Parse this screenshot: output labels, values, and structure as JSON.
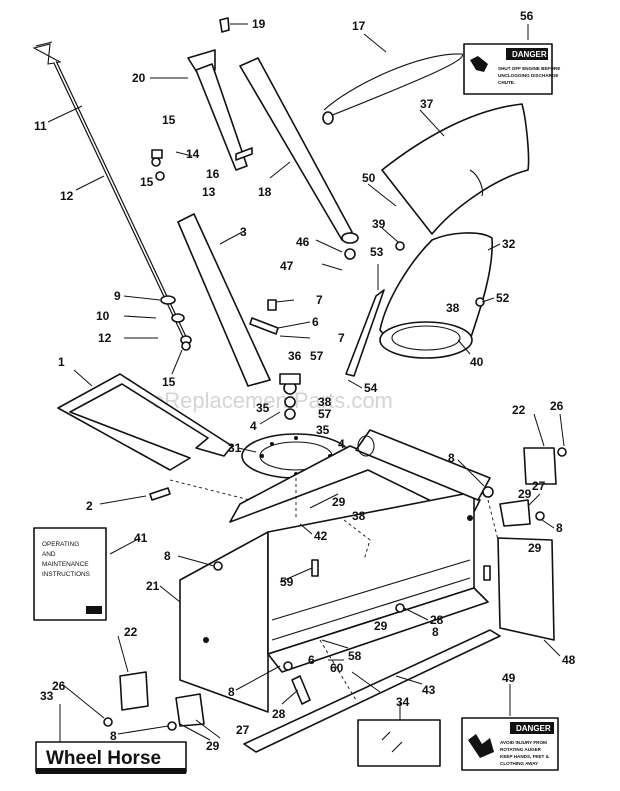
{
  "watermark": "eReplacementParts.com",
  "booklet": {
    "lines": [
      "OPERATING",
      "AND",
      "MAINTENANCE",
      "INSTRUCTIONS"
    ]
  },
  "decals": {
    "top": {
      "title": "DANGER",
      "lines": [
        "SHUT OFF ENGINE BEFORE",
        "UNCLOGGING DISCHARGE",
        "CHUTE."
      ]
    },
    "bottom": {
      "title": "DANGER",
      "lines": [
        "AVOID INJURY FROM",
        "ROTATING AUGER",
        "KEEP HANDS, FEET &",
        "CLOTHING AWAY"
      ]
    }
  },
  "brand": "Wheel Horse",
  "callouts": {
    "c1": "1",
    "c2": "2",
    "c3": "3",
    "c4a": "4",
    "c4b": "4",
    "c6a": "6",
    "c6b": "6",
    "c7a": "7",
    "c7b": "7",
    "c8a": "8",
    "c8b": "8",
    "c8c": "8",
    "c8d": "8",
    "c8e": "8",
    "c8f": "8",
    "c9": "9",
    "c10": "10",
    "c11": "11",
    "c12a": "12",
    "c12b": "12",
    "c13": "13",
    "c14": "14",
    "c15a": "15",
    "c15b": "15",
    "c15c": "15",
    "c16": "16",
    "c17": "17",
    "c18": "18",
    "c19": "19",
    "c20": "20",
    "c21": "21",
    "c22a": "22",
    "c22b": "22",
    "c26a": "26",
    "c26b": "26",
    "c27a": "27",
    "c27b": "27",
    "c28a": "28",
    "c28b": "28",
    "c29a": "29",
    "c29b": "29",
    "c29c": "29",
    "c29d": "29",
    "c29e": "29",
    "c31": "31",
    "c32": "32",
    "c33": "33",
    "c34": "34",
    "c35a": "35",
    "c35b": "35",
    "c36": "36",
    "c37": "37",
    "c38a": "38",
    "c38b": "38",
    "c38c": "38",
    "c39": "39",
    "c40": "40",
    "c41": "41",
    "c42": "42",
    "c43": "43",
    "c46": "46",
    "c47": "47",
    "c48": "48",
    "c49": "49",
    "c50": "50",
    "c52": "52",
    "c53": "53",
    "c54": "54",
    "c56": "56",
    "c57a": "57",
    "c57b": "57",
    "c58": "58",
    "c59": "59",
    "c60": "60"
  }
}
